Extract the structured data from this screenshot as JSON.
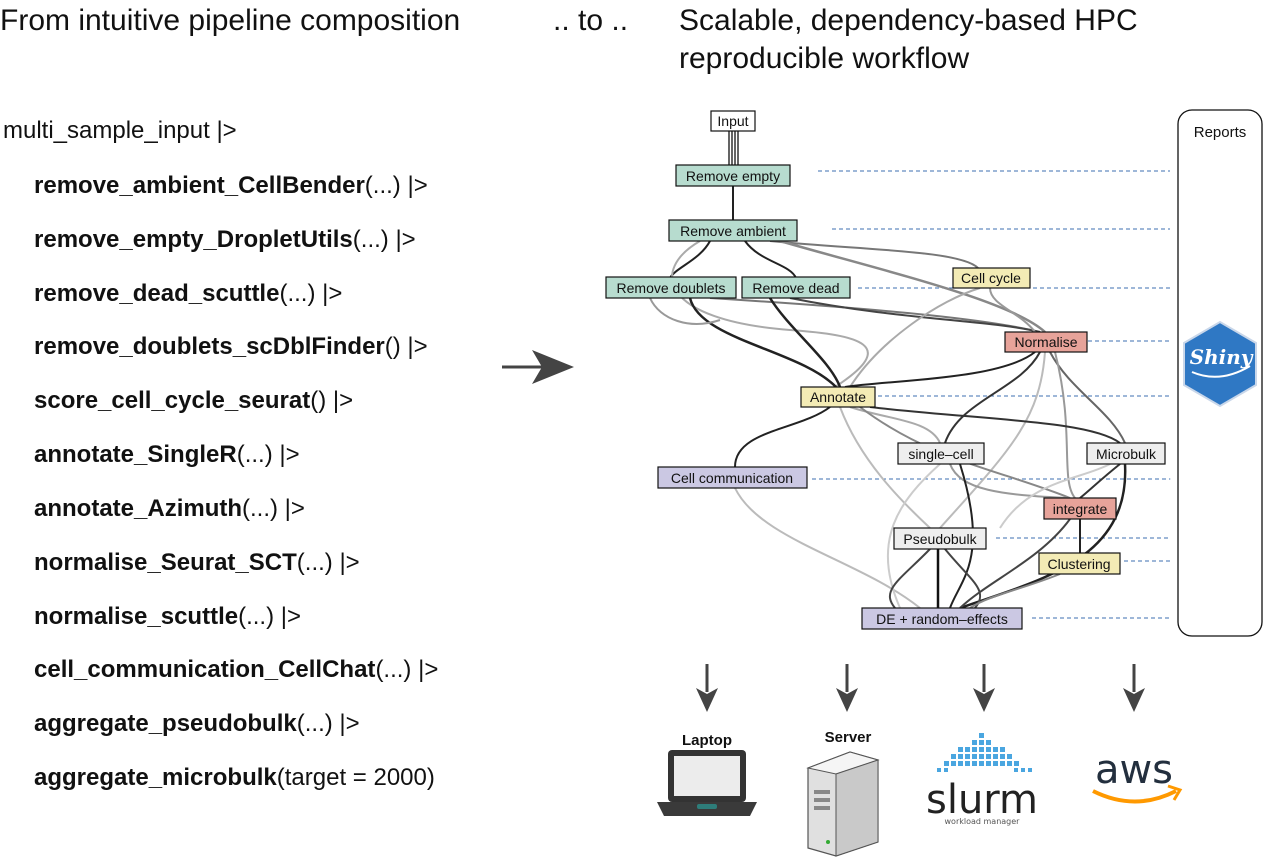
{
  "headings": {
    "left": "From intuitive pipeline composition",
    "middle": ".. to ..",
    "right_line1": "Scalable, dependency-based HPC",
    "right_line2": "reproducible workflow"
  },
  "pipeline": {
    "input": "multi_sample_input |>",
    "steps": [
      {
        "fn": "remove_ambient_CellBender",
        "args": "(...) |>"
      },
      {
        "fn": "remove_empty_DropletUtils",
        "args": "(...) |>"
      },
      {
        "fn": "remove_dead_scuttle",
        "args": "(...) |>"
      },
      {
        "fn": "remove_doublets_scDblFinder",
        "args": "() |>"
      },
      {
        "fn": "score_cell_cycle_seurat",
        "args": "() |>"
      },
      {
        "fn": "annotate_SingleR",
        "args": "(...) |>"
      },
      {
        "fn": "annotate_Azimuth",
        "args": "(...) |>"
      },
      {
        "fn": "normalise_Seurat_SCT",
        "args": "(...) |>"
      },
      {
        "fn": "normalise_scuttle",
        "args": "(...) |>"
      },
      {
        "fn": "cell_communication_CellChat",
        "args": "(...) |>"
      },
      {
        "fn": "aggregate_pseudobulk",
        "args": "(...) |>"
      },
      {
        "fn": "aggregate_microbulk",
        "args": "(target = 2000)"
      }
    ]
  },
  "workflow": {
    "nodes": {
      "input": "Input",
      "remove_empty": "Remove empty",
      "remove_ambient": "Remove ambient",
      "remove_doublets": "Remove doublets",
      "remove_dead": "Remove dead",
      "cell_cycle": "Cell cycle",
      "normalise": "Normalise",
      "annotate": "Annotate",
      "single_cell": "single–cell",
      "microbulk": "Microbulk",
      "cell_communication": "Cell communication",
      "integrate": "integrate",
      "pseudobulk": "Pseudobulk",
      "clustering": "Clustering",
      "de": "DE + random–effects"
    },
    "colors": {
      "teal": "#b7dccf",
      "yellow": "#f3ebb5",
      "red": "#e7a39a",
      "purple": "#cbc8e3",
      "white": "#ffffff",
      "light": "#eeeeee",
      "guide": "#3e6fb0"
    }
  },
  "reports": {
    "title": "Reports",
    "shiny_logo_text": "Shiny"
  },
  "platforms": {
    "laptop": "Laptop",
    "server": "Server",
    "slurm": "slurm",
    "slurm_sub": "workload manager",
    "aws": "aws"
  }
}
